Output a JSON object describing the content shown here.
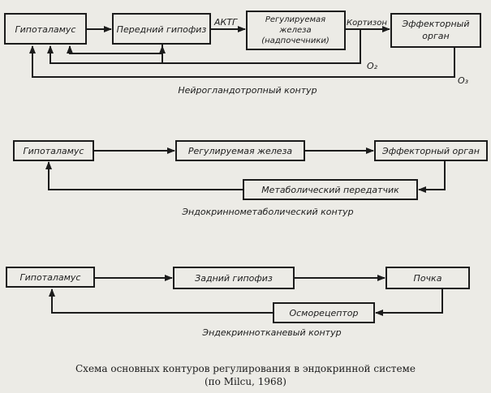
{
  "contour1": {
    "hypothalamus": "Гипоталамус",
    "pituitary": "Передний гипофиз",
    "gland_line1": "Регулируемая",
    "gland_line2": "железа",
    "gland_line3": "(надпочечники)",
    "effector_line1": "Эффекторный",
    "effector_line2": "орган",
    "hormone1": "АКТГ",
    "hormone2": "Кортизон",
    "signal_o2": "O₂",
    "signal_o3": "O₃",
    "title": "Нейрогландотропный контур"
  },
  "contour2": {
    "hypothalamus": "Гипоталамус",
    "gland": "Регулируемая железа",
    "effector": "Эффекторный орган",
    "transmitter": "Метаболический передатчик",
    "title": "Эндокриннометаболический контур"
  },
  "contour3": {
    "hypothalamus": "Гипоталамус",
    "pituitary": "Задний гипофиз",
    "kidney": "Почка",
    "receptor": "Осморецептор",
    "title": "Эндекринноткaневый контур"
  },
  "caption": {
    "line1": "Схема основных контуров регулирования в эндокринной системе",
    "line2": "(по Milcu, 1968)"
  }
}
